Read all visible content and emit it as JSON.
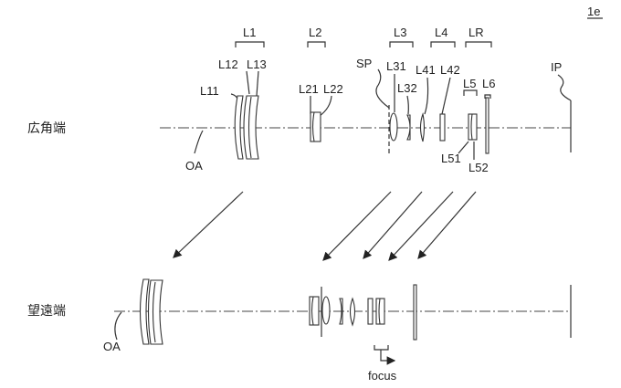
{
  "figure_id": "1e",
  "states": {
    "wide": "広角端",
    "tele": "望遠端"
  },
  "groups": [
    "L1",
    "L2",
    "L3",
    "L4",
    "LR"
  ],
  "elements": {
    "L11": "L11",
    "L12": "L12",
    "L13": "L13",
    "L21": "L21",
    "L22": "L22",
    "L31": "L31",
    "L32": "L32",
    "L41": "L41",
    "L42": "L42",
    "L5": "L5",
    "L51": "L51",
    "L52": "L52",
    "L6": "L6"
  },
  "stop": "SP",
  "image_plane": "IP",
  "optical_axis": "OA",
  "focus": "focus"
}
